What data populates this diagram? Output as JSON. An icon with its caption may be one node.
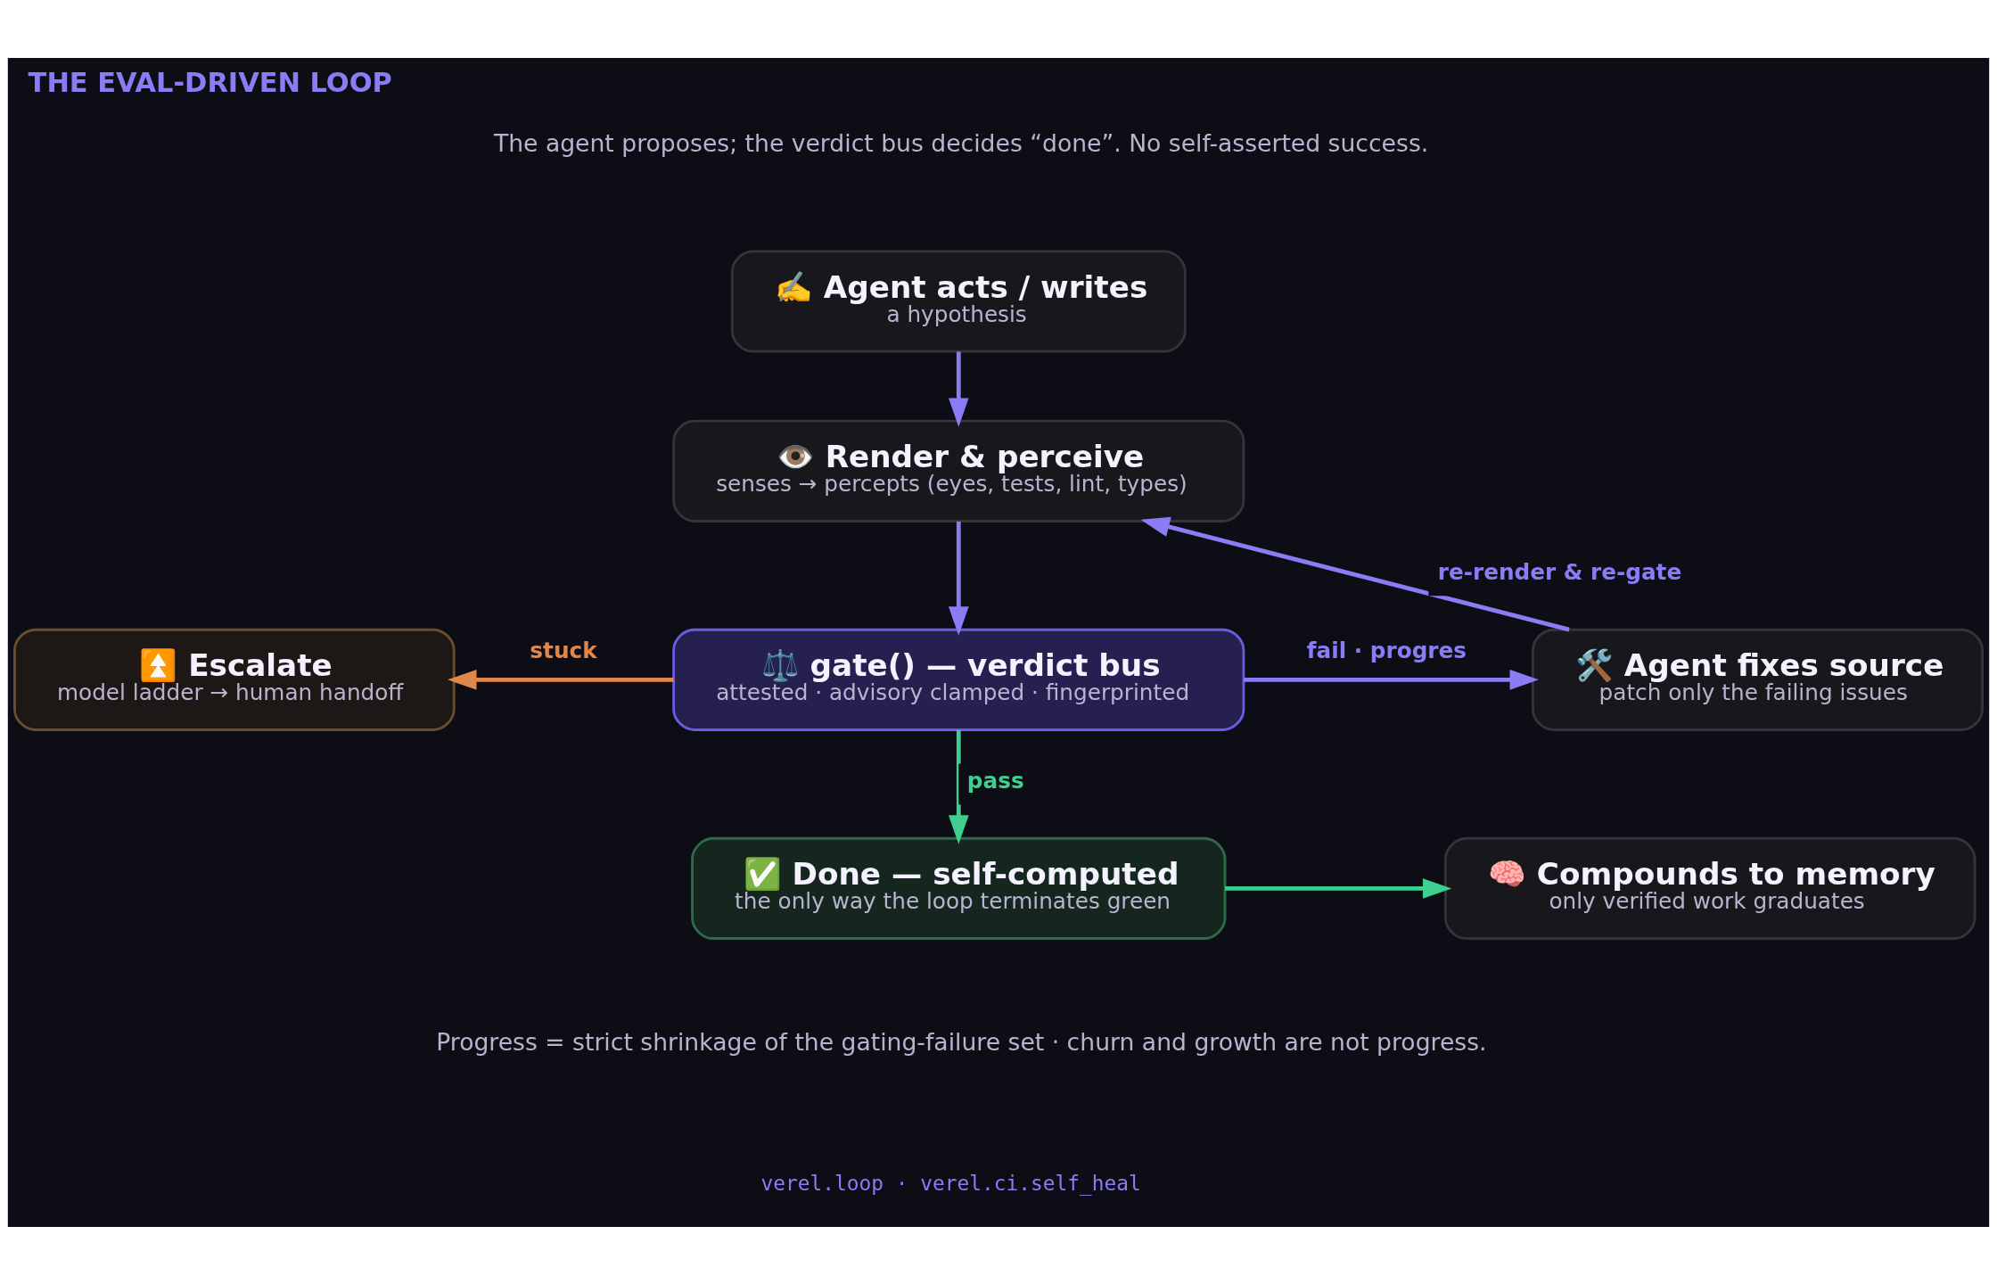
{
  "diagram": {
    "title": "THE EVAL-DRIVEN LOOP",
    "nodes": [
      {
        "text": [
          "✍️ Agent acts / writes",
          "a hypothesis"
        ]
      },
      {
        "text": [
          "👁️ Render & perceive",
          "senses → percepts (eyes, tests, lint, types)"
        ]
      },
      {
        "text": [
          "⏫ Escalate",
          "model ladder → human handoff"
        ]
      },
      {
        "text": [
          "⚖️ gate() — verdict bus",
          "attested · advisory clamped · fingerprinted"
        ]
      },
      {
        "text": [
          "🛠️ Agent fixes source",
          "patch only the failing issues"
        ]
      },
      {
        "text": [
          "✅ Done — self-computed",
          "the only way the loop terminates green"
        ]
      },
      {
        "text": [
          "🧠 Compounds to memory",
          "only verified work graduates"
        ]
      }
    ],
    "edges": [
      {
        "from": 0,
        "to": 1,
        "arrow": "to"
      },
      {
        "from": 1,
        "to": 3,
        "arrow": "to"
      },
      {
        "from": 3,
        "to": 2,
        "arrow": "to",
        "label": "stuck",
        "color": "#e0884a"
      },
      {
        "from": 3,
        "to": 4,
        "arrow": "to",
        "label": "fail · progres"
      },
      {
        "from": 4,
        "to": 1,
        "arrow": "to",
        "label": "re-render & re-gate"
      },
      {
        "from": 3,
        "to": 5,
        "arrow": "to",
        "label": "pass",
        "color": "#3ecf8e"
      },
      {
        "from": 5,
        "to": 6,
        "arrow": "to",
        "color": "#3ecf8e"
      }
    ],
    "labels": [
      "The agent proposes; the verdict bus decides “done”. No self-asserted success.",
      "Progress = strict shrinkage of the gating-failure set · churn and growth are not progress.",
      "verel.loop · verel.ci.self_heal"
    ]
  }
}
